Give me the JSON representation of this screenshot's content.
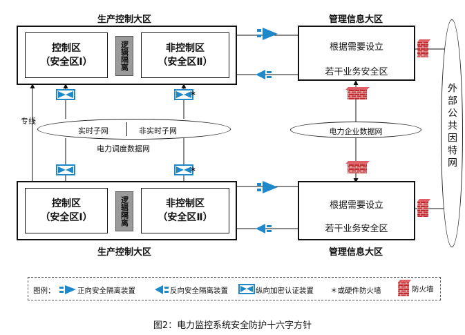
{
  "top_area": {
    "production_title": "生产控制大区",
    "mgmt_title": "管理信息大区",
    "control_zone": {
      "line1": "控制区",
      "line2": "（安全区Ⅰ）"
    },
    "noncontrol_zone": {
      "line1": "非控制区",
      "line2": "（安全区Ⅱ）"
    },
    "logic_isolation": "逻辑隔离",
    "mgmt_text": {
      "line1": "根据需要设立",
      "line2": "若干业务安全区"
    }
  },
  "bottom_area": {
    "production_title": "生产控制大区",
    "mgmt_title": "管理信息大区",
    "control_zone": {
      "line1": "控制区",
      "line2": "（安全区Ⅰ）"
    },
    "noncontrol_zone": {
      "line1": "非控制区",
      "line2": "（安全区Ⅱ）"
    },
    "logic_isolation": "逻辑隔离",
    "mgmt_text": {
      "line1": "根据需要设立",
      "line2": "若干业务安全区"
    }
  },
  "network": {
    "dedicated_line": "专线",
    "realtime_subnet": "实时子网",
    "nonrealtime_subnet": "非实时子网",
    "dispatch_network": "电力调度数据网",
    "enterprise_network": "电力企业数据网",
    "internet": "外部公共因特网",
    "star": "*"
  },
  "legend": {
    "prefix": "图例：",
    "forward": "正向安全隔离装置",
    "reverse": "反向安全隔离装置",
    "encrypt": "纵向加密认证装置",
    "hw_firewall": "＊或硬件防火墙",
    "firewall": "防火墙"
  },
  "caption": "图2：电力监控系统安全防护十六字方针",
  "colors": {
    "device_blue": "#1e88c8",
    "firewall_red": "#c0282e",
    "isolation_gray": "#9a9a9a"
  },
  "icons": [
    "forward-isolation-icon",
    "reverse-isolation-icon",
    "encryption-device-icon",
    "firewall-icon"
  ]
}
